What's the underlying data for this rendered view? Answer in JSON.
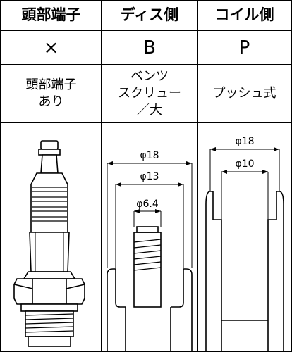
{
  "table": {
    "headers": [
      "頭部端子",
      "ディス側",
      "コイル側"
    ],
    "codes": [
      "×",
      "B",
      "P"
    ],
    "descriptions": [
      "頭部端子\nあり",
      "ベンツ\nスクリュー\n／大",
      "プッシュ式"
    ]
  },
  "diagrams": {
    "disc_side": {
      "outer_dim": "φ18",
      "middle_dim": "φ13",
      "thread_dim": "φ6.4"
    },
    "coil_side": {
      "outer_dim": "φ18",
      "inner_dim": "φ10"
    }
  }
}
